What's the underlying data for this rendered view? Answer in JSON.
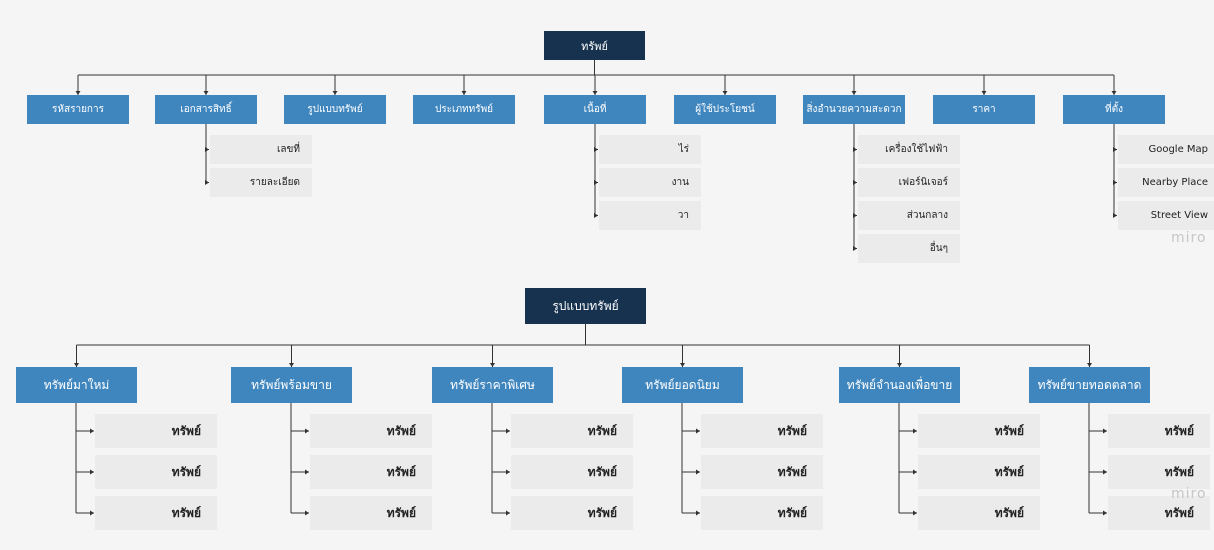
{
  "diagram1": {
    "root": "ทรัพย์",
    "categories": [
      {
        "label": "รหัสรายการ",
        "children": []
      },
      {
        "label": "เอกสารสิทธิ์",
        "children": [
          "เลขที่",
          "รายละเอียด"
        ]
      },
      {
        "label": "รูปแบบทรัพย์",
        "children": []
      },
      {
        "label": "ประเภททรัพย์",
        "children": []
      },
      {
        "label": "เนื้อที่",
        "children": [
          "ไร่",
          "งาน",
          "วา"
        ]
      },
      {
        "label": "ผู้ใช้ประโยชน์",
        "children": []
      },
      {
        "label": "สิ่งอำนวยความสะดวก",
        "children": [
          "เครื่องใช้ไฟฟ้า",
          "เฟอร์นิเจอร์",
          "ส่วนกลาง",
          "อื่นๆ"
        ]
      },
      {
        "label": "ราคา",
        "children": []
      },
      {
        "label": "ที่ตั้ง",
        "children": [
          "Google Map",
          "Nearby Place",
          "Street View"
        ]
      }
    ]
  },
  "diagram2": {
    "root": "รูปแบบทรัพย์",
    "categories": [
      {
        "label": "ทรัพย์มาใหม่",
        "children": [
          "ทรัพย์",
          "ทรัพย์",
          "ทรัพย์"
        ]
      },
      {
        "label": "ทรัพย์พร้อมขาย",
        "children": [
          "ทรัพย์",
          "ทรัพย์",
          "ทรัพย์"
        ]
      },
      {
        "label": "ทรัพย์ราคาพิเศษ",
        "children": [
          "ทรัพย์",
          "ทรัพย์",
          "ทรัพย์"
        ]
      },
      {
        "label": "ทรัพย์ยอดนิยม",
        "children": [
          "ทรัพย์",
          "ทรัพย์",
          "ทรัพย์"
        ]
      },
      {
        "label": "ทรัพย์จำนองเพื่อขาย",
        "children": [
          "ทรัพย์",
          "ทรัพย์",
          "ทรัพย์"
        ]
      },
      {
        "label": "ทรัพย์ขายทอดตลาด",
        "children": [
          "ทรัพย์",
          "ทรัพย์",
          "ทรัพย์"
        ]
      }
    ]
  },
  "watermarks": [
    "miro",
    "miro"
  ],
  "colors": {
    "root": "#16324f",
    "category": "#3f86bf",
    "leaf": "#ebebeb",
    "line": "#333333"
  }
}
